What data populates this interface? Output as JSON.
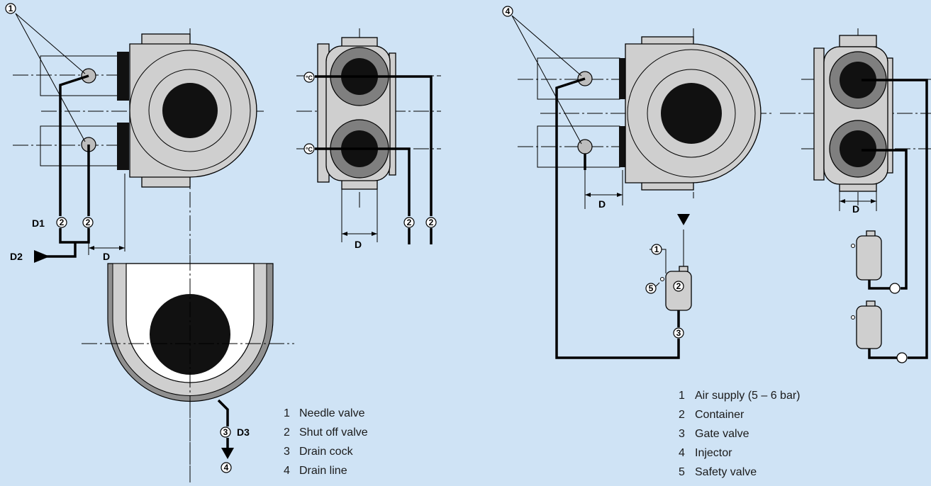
{
  "left": {
    "callouts": {
      "c1": "1",
      "c2a": "2",
      "c2b": "2",
      "c2c": "2",
      "c2d": "2",
      "c3": "3",
      "c4": "4"
    },
    "labels": {
      "d1": "D1",
      "d2": "D2",
      "d3": "D3",
      "dim_a": "D",
      "dim_b": "D",
      "temp_a": "°C",
      "temp_b": "°C"
    },
    "legend": [
      {
        "num": "1",
        "text": "Needle valve"
      },
      {
        "num": "2",
        "text": "Shut off valve"
      },
      {
        "num": "3",
        "text": "Drain cock"
      },
      {
        "num": "4",
        "text": "Drain line"
      }
    ]
  },
  "right": {
    "callouts": {
      "c4": "4",
      "c1": "1",
      "c2": "2",
      "c3": "3",
      "c5": "5"
    },
    "labels": {
      "dim_a": "D",
      "dim_b": "D"
    },
    "legend": [
      {
        "num": "1",
        "text": "Air supply (5 – 6 bar)"
      },
      {
        "num": "2",
        "text": "Container"
      },
      {
        "num": "3",
        "text": "Gate valve"
      },
      {
        "num": "4",
        "text": "Injector"
      },
      {
        "num": "5",
        "text": "Safety valve"
      }
    ]
  }
}
